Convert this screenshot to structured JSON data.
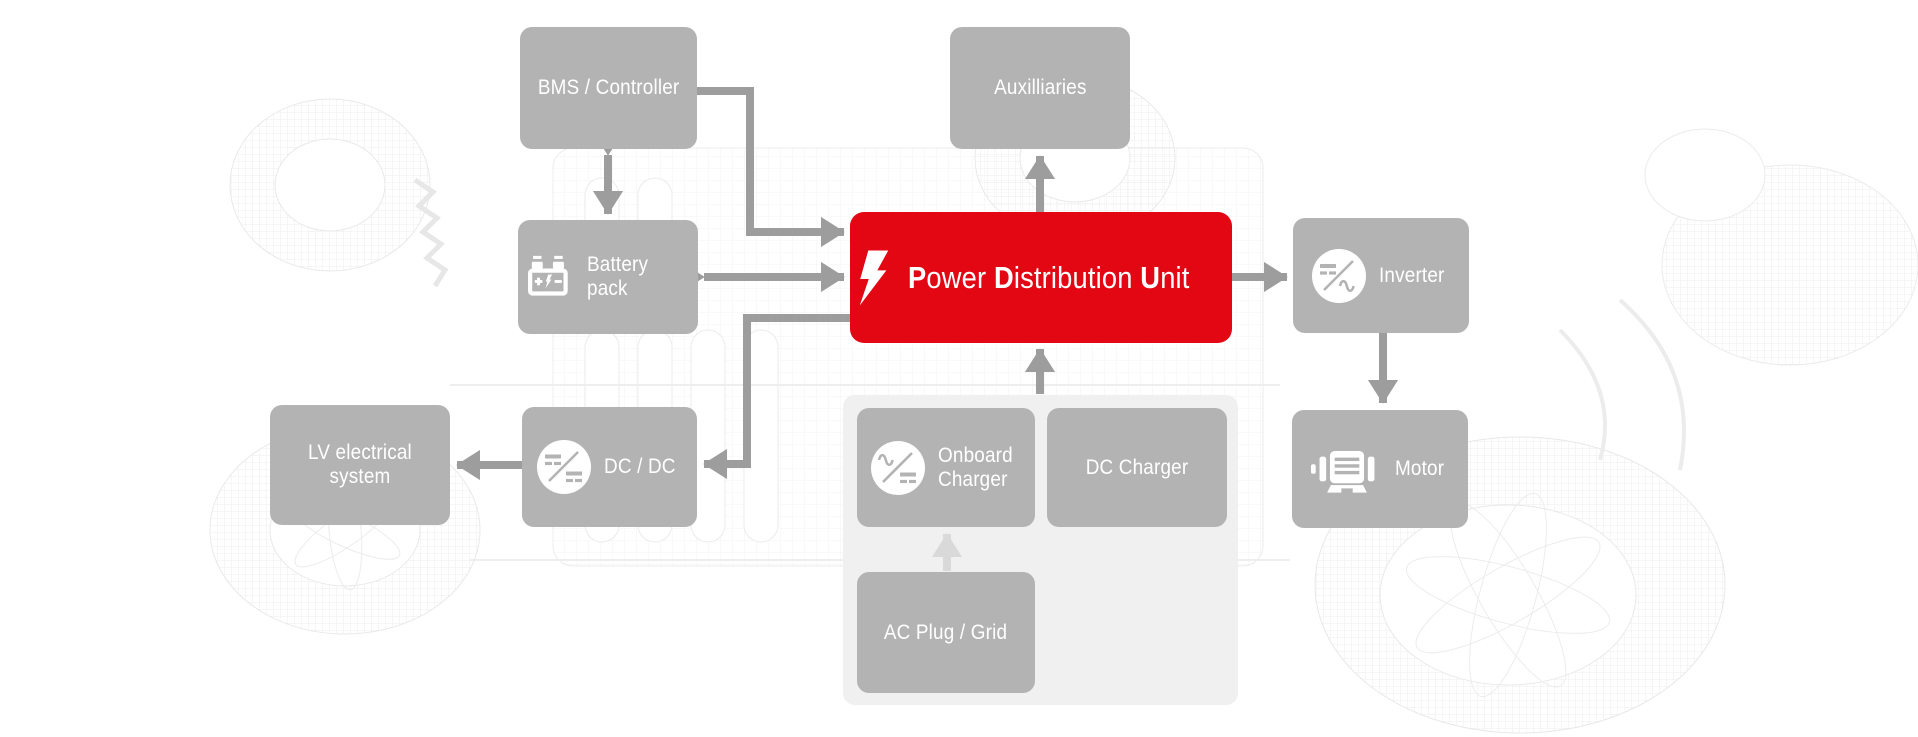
{
  "diagram": {
    "subject": "EV high-voltage architecture around the Power Distribution Unit",
    "colors": {
      "accent_red": "#e30613",
      "node_gray": "#b3b3b3",
      "arrow_gray": "#9d9d9d",
      "light_arrow_gray": "#d9d9d9",
      "panel_gray": "#f0f0f0",
      "label_text": "#ffffff"
    },
    "nodes": {
      "bms": {
        "label": "BMS / Controller"
      },
      "auxiliaries": {
        "label": "Auxilliaries"
      },
      "battery": {
        "label": "Battery pack",
        "icon": "car-battery-icon"
      },
      "pdu": {
        "title_full": "Power Distribution Unit",
        "icon": "lightning-bolt-icon",
        "title_segments": {
          "w1b": "P",
          "w1": "ower ",
          "w2b": "D",
          "w2": "istribution ",
          "w3b": "U",
          "w3": "nit"
        }
      },
      "inverter": {
        "label": "Inverter",
        "icon": "dc-ac-inverter-icon"
      },
      "lv": {
        "label": "LV electrical system"
      },
      "dcdc": {
        "label": "DC / DC",
        "icon": "dc-dc-converter-icon"
      },
      "onboard_charger": {
        "label_line1": "Onboard",
        "label_line2": "Charger",
        "icon": "ac-dc-charger-icon"
      },
      "dc_charger": {
        "label": "DC Charger"
      },
      "ac_plug": {
        "label": "AC Plug / Grid"
      },
      "motor": {
        "label": "Motor",
        "icon": "electric-motor-icon"
      }
    },
    "connections": [
      {
        "from": "BMS / Controller",
        "to": "Battery pack",
        "direction": "bidirectional"
      },
      {
        "from": "BMS / Controller",
        "to": "Power Distribution Unit",
        "direction": "one-way"
      },
      {
        "from": "Battery pack",
        "to": "Power Distribution Unit",
        "direction": "bidirectional"
      },
      {
        "from": "Power Distribution Unit",
        "to": "DC / DC",
        "direction": "one-way"
      },
      {
        "from": "DC / DC",
        "to": "LV electrical system",
        "direction": "one-way"
      },
      {
        "from": "Power Distribution Unit",
        "to": "Auxilliaries",
        "direction": "one-way"
      },
      {
        "from": "Charging group (Onboard Charger / DC Charger)",
        "to": "Power Distribution Unit",
        "direction": "one-way"
      },
      {
        "from": "Power Distribution Unit",
        "to": "Inverter",
        "direction": "one-way"
      },
      {
        "from": "Inverter",
        "to": "Motor",
        "direction": "one-way"
      },
      {
        "from": "AC Plug / Grid",
        "to": "Onboard Charger",
        "direction": "one-way",
        "style": "light"
      }
    ]
  }
}
